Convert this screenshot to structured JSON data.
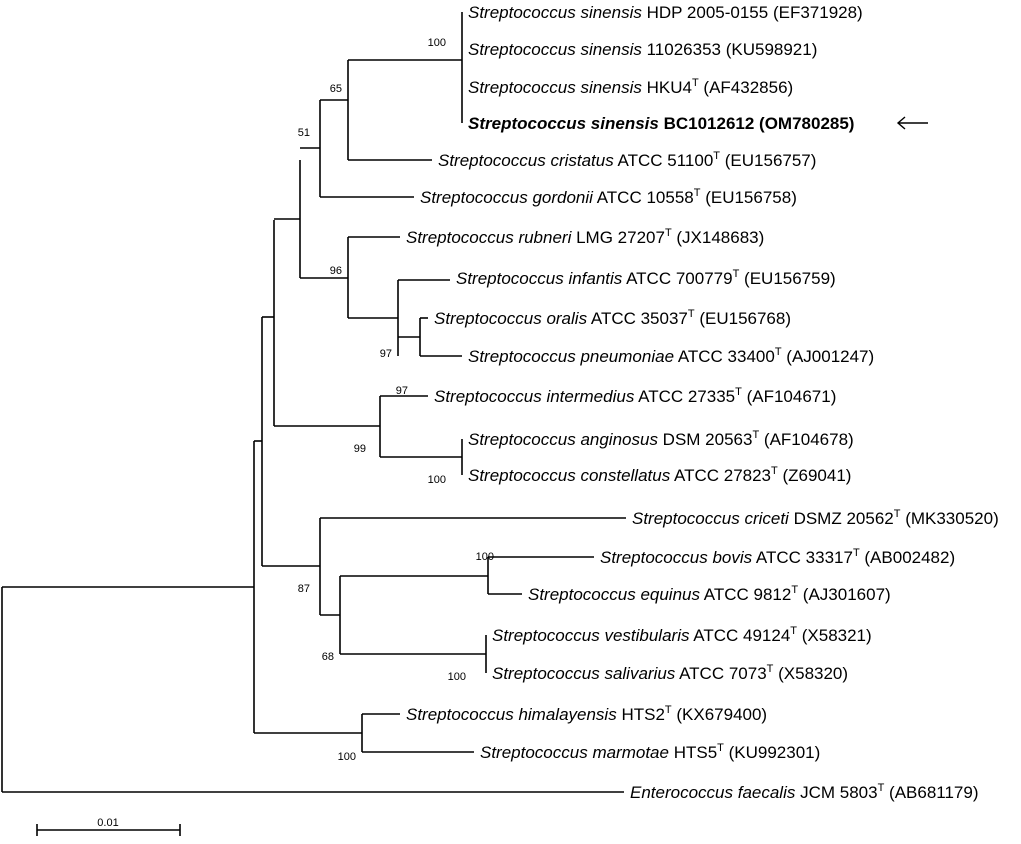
{
  "tree": {
    "scale_bar_label": "0.01",
    "leaves": [
      {
        "id": "sinensis_hdp",
        "species": "Streptococcus sinensis",
        "strain": "HDP 2005-0155",
        "type_strain": false,
        "accession": "(EF371928)",
        "bold": false
      },
      {
        "id": "sinensis_110",
        "species": "Streptococcus sinensis",
        "strain": "11026353",
        "type_strain": false,
        "accession": "(KU598921)",
        "bold": false
      },
      {
        "id": "sinensis_hku4",
        "species": "Streptococcus sinensis",
        "strain": "HKU4",
        "type_strain": true,
        "accession": "(AF432856)",
        "bold": false
      },
      {
        "id": "sinensis_bc",
        "species": "Streptococcus sinensis",
        "strain": "BC1012612",
        "type_strain": false,
        "accession": "(OM780285)",
        "bold": true,
        "marker": "arrow-left"
      },
      {
        "id": "cristatus",
        "species": "Streptococcus cristatus",
        "strain": "ATCC 51100",
        "type_strain": true,
        "accession": "(EU156757)",
        "bold": false
      },
      {
        "id": "gordonii",
        "species": "Streptococcus gordonii",
        "strain": "ATCC 10558",
        "type_strain": true,
        "accession": "(EU156758)",
        "bold": false
      },
      {
        "id": "rubneri",
        "species": "Streptococcus rubneri",
        "strain": "LMG 27207",
        "type_strain": true,
        "accession": "(JX148683)",
        "bold": false
      },
      {
        "id": "infantis",
        "species": "Streptococcus infantis",
        "strain": "ATCC 700779",
        "type_strain": true,
        "accession": "(EU156759)",
        "bold": false
      },
      {
        "id": "oralis",
        "species": "Streptococcus oralis",
        "strain": "ATCC 35037",
        "type_strain": true,
        "accession": "(EU156768)",
        "bold": false
      },
      {
        "id": "pneumoniae",
        "species": "Streptococcus pneumoniae",
        "strain": "ATCC 33400",
        "type_strain": true,
        "accession": "(AJ001247)",
        "bold": false
      },
      {
        "id": "intermedius",
        "species": "Streptococcus intermedius",
        "strain": "ATCC 27335",
        "type_strain": true,
        "accession": "(AF104671)",
        "bold": false
      },
      {
        "id": "anginosus",
        "species": "Streptococcus anginosus",
        "strain": "DSM 20563",
        "type_strain": true,
        "accession": "(AF104678)",
        "bold": false
      },
      {
        "id": "constellatus",
        "species": "Streptococcus constellatus",
        "strain": "ATCC 27823",
        "type_strain": true,
        "accession": "(Z69041)",
        "bold": false
      },
      {
        "id": "criceti",
        "species": "Streptococcus criceti",
        "strain": "DSMZ 20562",
        "type_strain": true,
        "accession": "(MK330520)",
        "bold": false
      },
      {
        "id": "bovis",
        "species": "Streptococcus bovis",
        "strain": "ATCC 33317",
        "type_strain": true,
        "accession": "(AB002482)",
        "bold": false
      },
      {
        "id": "equinus",
        "species": "Streptococcus equinus",
        "strain": "ATCC 9812",
        "type_strain": true,
        "accession": "(AJ301607)",
        "bold": false
      },
      {
        "id": "vestibularis",
        "species": "Streptococcus vestibularis",
        "strain": "ATCC 49124",
        "type_strain": true,
        "accession": "(X58321)",
        "bold": false
      },
      {
        "id": "salivarius",
        "species": "Streptococcus salivarius",
        "strain": "ATCC 7073",
        "type_strain": true,
        "accession": "(X58320)",
        "bold": false
      },
      {
        "id": "himalayensis",
        "species": "Streptococcus himalayensis",
        "strain": "HTS2",
        "type_strain": true,
        "accession": "(KX679400)",
        "bold": false
      },
      {
        "id": "marmotae",
        "species": "Streptococcus marmotae",
        "strain": "HTS5",
        "type_strain": true,
        "accession": "(KU992301)",
        "bold": false
      },
      {
        "id": "faecalis",
        "species": "Enterococcus faecalis",
        "strain": "JCM 5803",
        "type_strain": true,
        "accession": "(AB681179)",
        "bold": false
      }
    ],
    "bootstrap_values": [
      "100",
      "65",
      "51",
      "96",
      "97",
      "97",
      "99",
      "100",
      "87",
      "100",
      "68",
      "100",
      "100"
    ],
    "type_superscript": "T"
  }
}
